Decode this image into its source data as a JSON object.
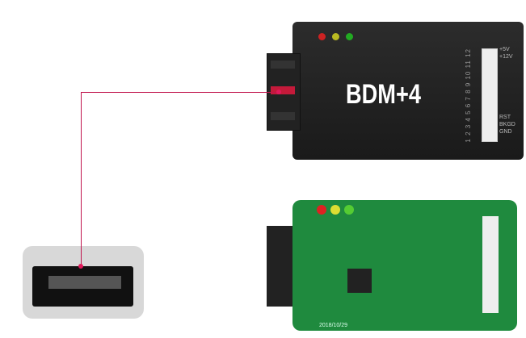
{
  "device": {
    "title": "BDM+4",
    "pin_numbers": "1 2 3 4 5 6 7 8 9 10 11 12",
    "labels_top": [
      "+5V",
      "+12V"
    ],
    "labels_bottom": [
      "RST",
      "BKGD",
      "GND"
    ]
  },
  "pcb": {
    "date": "2018/10/29"
  },
  "colors": {
    "wire": "#c0144c",
    "pcb": "#1f8a3e"
  }
}
